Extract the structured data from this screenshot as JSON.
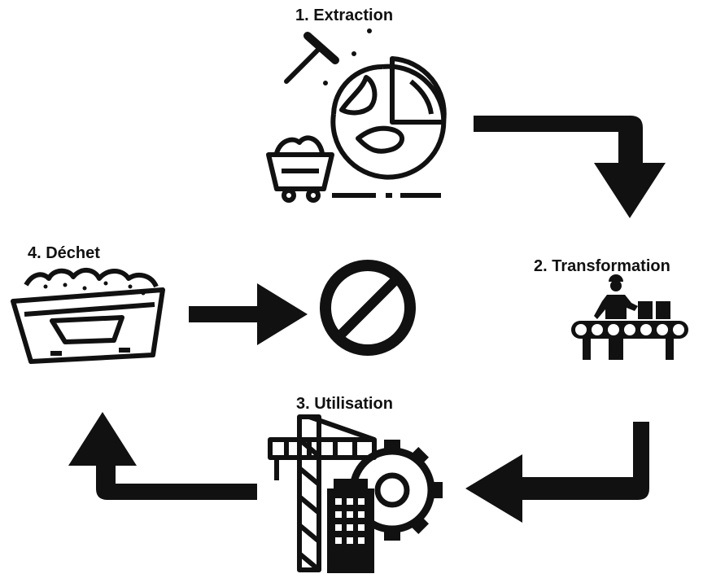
{
  "diagram": {
    "steps": [
      {
        "label": "1. Extraction"
      },
      {
        "label": "2. Transformation"
      },
      {
        "label": "3. Utilisation"
      },
      {
        "label": "4. Déchet"
      }
    ],
    "colors": {
      "ink": "#111111",
      "background": "#ffffff"
    },
    "icons": {
      "extraction": [
        "pickaxe-icon",
        "globe-icon",
        "mine-cart-icon"
      ],
      "transformation": [
        "worker-conveyor-icon"
      ],
      "utilisation": [
        "crane-icon",
        "building-icon",
        "gear-icon"
      ],
      "dechet": [
        "waste-skip-icon"
      ],
      "end": [
        "prohibited-icon"
      ]
    }
  }
}
